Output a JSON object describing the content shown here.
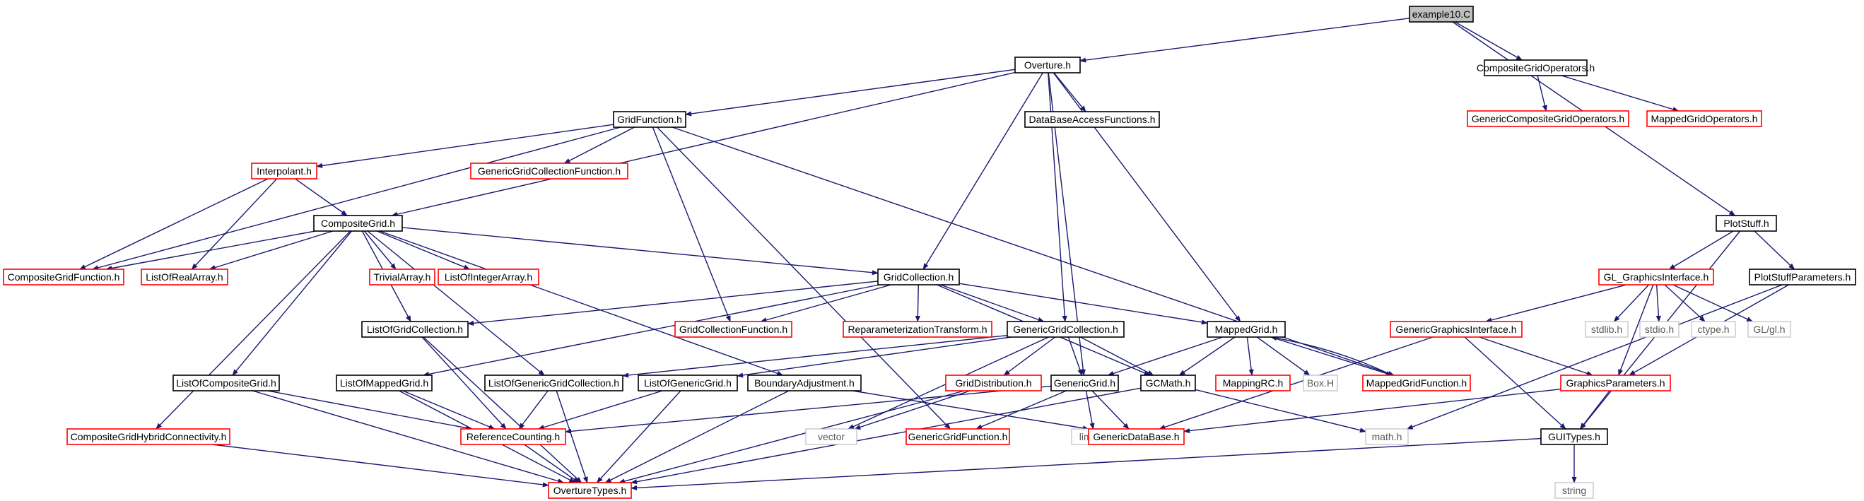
{
  "colors": {
    "edge": "#191970",
    "node_border": "#000000",
    "red_border": "#ff0000",
    "gray_border": "#bfbfbf",
    "root_fill": "#bfbfbf"
  },
  "nodes": [
    {
      "id": "example10",
      "label": "example10.C",
      "style": "root"
    },
    {
      "id": "overture",
      "label": "Overture.h",
      "style": "black"
    },
    {
      "id": "cgo",
      "label": "CompositeGridOperators.h",
      "style": "black"
    },
    {
      "id": "gcgo",
      "label": "GenericCompositeGridOperators.h",
      "style": "red"
    },
    {
      "id": "mgo",
      "label": "MappedGridOperators.h",
      "style": "red"
    },
    {
      "id": "gridfunction",
      "label": "GridFunction.h",
      "style": "black"
    },
    {
      "id": "dbaf",
      "label": "DataBaseAccessFunctions.h",
      "style": "black"
    },
    {
      "id": "interpolant",
      "label": "Interpolant.h",
      "style": "red"
    },
    {
      "id": "ggcf",
      "label": "GenericGridCollectionFunction.h",
      "style": "red"
    },
    {
      "id": "compositegrid",
      "label": "CompositeGrid.h",
      "style": "black"
    },
    {
      "id": "cgf",
      "label": "CompositeGridFunction.h",
      "style": "red"
    },
    {
      "id": "lora",
      "label": "ListOfRealArray.h",
      "style": "red"
    },
    {
      "id": "trivial",
      "label": "TrivialArray.h",
      "style": "red"
    },
    {
      "id": "loia",
      "label": "ListOfIntegerArray.h",
      "style": "red"
    },
    {
      "id": "gridcollection",
      "label": "GridCollection.h",
      "style": "black"
    },
    {
      "id": "plotstuff",
      "label": "PlotStuff.h",
      "style": "black"
    },
    {
      "id": "glgi",
      "label": "GL_GraphicsInterface.h",
      "style": "red"
    },
    {
      "id": "psp",
      "label": "PlotStuffParameters.h",
      "style": "black"
    },
    {
      "id": "logc",
      "label": "ListOfGridCollection.h",
      "style": "black"
    },
    {
      "id": "gcf",
      "label": "GridCollectionFunction.h",
      "style": "red"
    },
    {
      "id": "rt",
      "label": "ReparameterizationTransform.h",
      "style": "red"
    },
    {
      "id": "ggc",
      "label": "GenericGridCollection.h",
      "style": "black"
    },
    {
      "id": "mappedgrid",
      "label": "MappedGrid.h",
      "style": "black"
    },
    {
      "id": "ggi",
      "label": "GenericGraphicsInterface.h",
      "style": "red"
    },
    {
      "id": "stdlib",
      "label": "stdlib.h",
      "style": "gray"
    },
    {
      "id": "stdio",
      "label": "stdio.h",
      "style": "gray"
    },
    {
      "id": "ctype",
      "label": "ctype.h",
      "style": "gray"
    },
    {
      "id": "glgl",
      "label": "GL/gl.h",
      "style": "gray"
    },
    {
      "id": "locg",
      "label": "ListOfCompositeGrid.h",
      "style": "black"
    },
    {
      "id": "lomg",
      "label": "ListOfMappedGrid.h",
      "style": "black"
    },
    {
      "id": "loggc",
      "label": "ListOfGenericGridCollection.h",
      "style": "black"
    },
    {
      "id": "logg",
      "label": "ListOfGenericGrid.h",
      "style": "black"
    },
    {
      "id": "ba",
      "label": "BoundaryAdjustment.h",
      "style": "black"
    },
    {
      "id": "gdist",
      "label": "GridDistribution.h",
      "style": "red"
    },
    {
      "id": "genericgrid",
      "label": "GenericGrid.h",
      "style": "black"
    },
    {
      "id": "gcmath",
      "label": "GCMath.h",
      "style": "black"
    },
    {
      "id": "mappingrc",
      "label": "MappingRC.h",
      "style": "red"
    },
    {
      "id": "box",
      "label": "Box.H",
      "style": "gray"
    },
    {
      "id": "mgf",
      "label": "MappedGridFunction.h",
      "style": "red"
    },
    {
      "id": "gparams",
      "label": "GraphicsParameters.h",
      "style": "red"
    },
    {
      "id": "cghc",
      "label": "CompositeGridHybridConnectivity.h",
      "style": "red"
    },
    {
      "id": "refcount",
      "label": "ReferenceCounting.h",
      "style": "red"
    },
    {
      "id": "vector",
      "label": "vector",
      "style": "gray"
    },
    {
      "id": "ggf",
      "label": "GenericGridFunction.h",
      "style": "red"
    },
    {
      "id": "limits",
      "label": "limits.h",
      "style": "gray"
    },
    {
      "id": "gdb",
      "label": "GenericDataBase.h",
      "style": "red"
    },
    {
      "id": "math",
      "label": "math.h",
      "style": "gray"
    },
    {
      "id": "guitypes",
      "label": "GUITypes.h",
      "style": "black"
    },
    {
      "id": "overturetypes",
      "label": "OvertureTypes.h",
      "style": "red"
    },
    {
      "id": "string",
      "label": "string",
      "style": "gray"
    }
  ]
}
